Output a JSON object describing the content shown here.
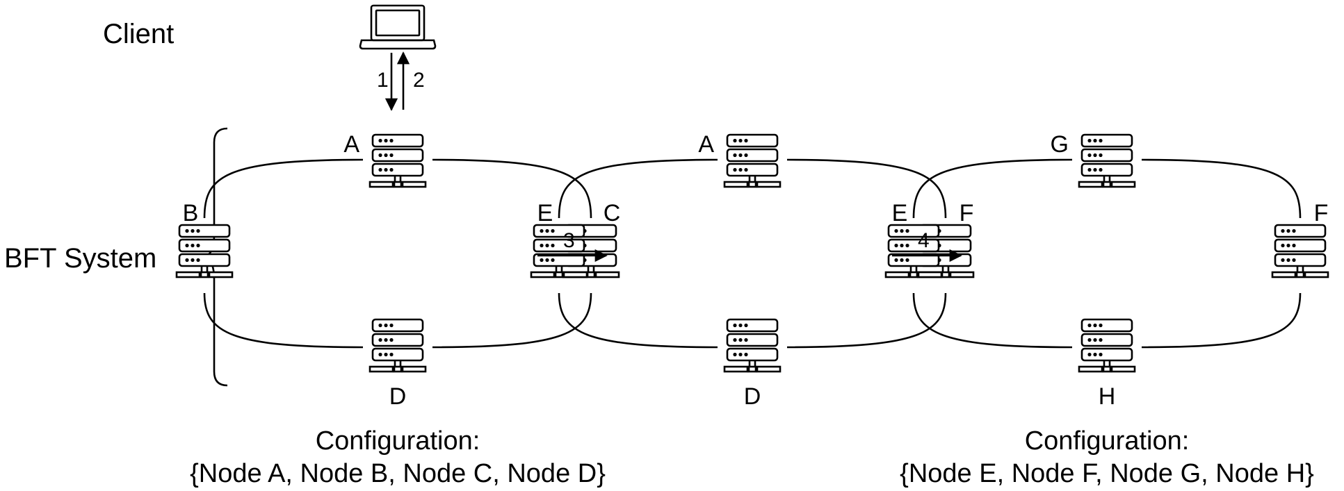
{
  "client_label": "Client",
  "system_label": "BFT System",
  "flow_labels": [
    "1",
    "2",
    "3",
    "4"
  ],
  "clusters": [
    {
      "top": "A",
      "left": "B",
      "right": "C",
      "bottom": "D",
      "config_title": "Configuration:",
      "config_members": "{Node A, Node B, Node C, Node D}"
    },
    {
      "top": "A",
      "left": "E",
      "right": "F",
      "bottom": "D",
      "config_title": "",
      "config_members": ""
    },
    {
      "top": "G",
      "left": "E",
      "right": "F",
      "bottom": "H",
      "config_title": "Configuration:",
      "config_members": "{Node E, Node F, Node G, Node H}"
    }
  ],
  "icons": {
    "client": "laptop-icon",
    "node": "server-rack-icon"
  }
}
